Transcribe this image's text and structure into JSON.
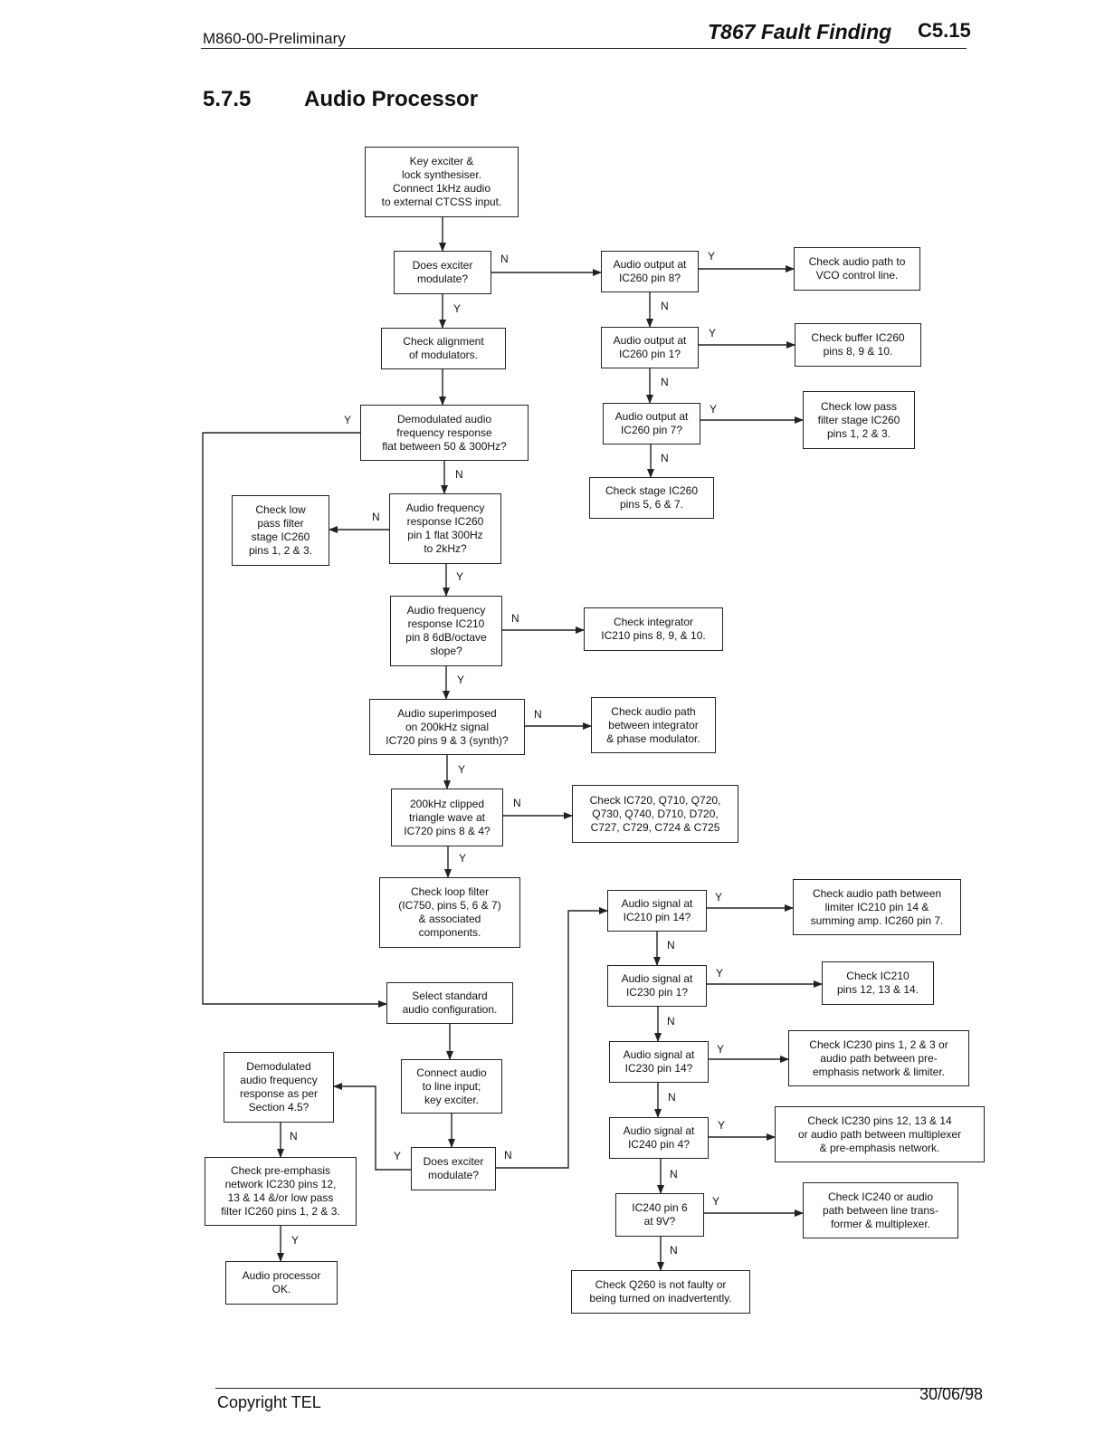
{
  "header": {
    "doc_id": "M860-00-Preliminary",
    "title": "T867 Fault Finding",
    "page": "C5.15"
  },
  "section": {
    "number": "5.7.5",
    "title": "Audio Processor"
  },
  "footer": {
    "copyright": "Copyright TEL",
    "date": "30/06/98"
  },
  "flowchart": {
    "boxes": {
      "b1": "Key exciter &\nlock synthesiser.\nConnect 1kHz audio\nto external CTCSS input.",
      "b2": "Does exciter\nmodulate?",
      "b3": "Audio output at\nIC260 pin 8?",
      "b4": "Check audio path to\nVCO control line.",
      "b5": "Check alignment\nof modulators.",
      "b6": "Audio output at\nIC260 pin 1?",
      "b7": "Check buffer IC260\npins 8, 9 & 10.",
      "b8": "Demodulated audio\nfrequency response\nflat between 50 & 300Hz?",
      "b9": "Audio output at\nIC260 pin 7?",
      "b10": "Check low pass\nfilter stage IC260\npins 1, 2 & 3.",
      "b11": "Check stage IC260\npins 5, 6 & 7.",
      "b12": "Check low\npass filter\nstage IC260\npins 1, 2 & 3.",
      "b13": "Audio frequency\nresponse IC260\npin 1 flat 300Hz\nto 2kHz?",
      "b14": "Audio frequency\nresponse IC210\npin 8 6dB/octave\nslope?",
      "b15": "Check integrator\nIC210 pins 8, 9, & 10.",
      "b16": "Audio superimposed\non 200kHz signal\nIC720 pins 9 & 3 (synth)?",
      "b17": "Check audio path\nbetween integrator\n& phase modulator.",
      "b18": "200kHz clipped\ntriangle wave at\nIC720 pins 8 & 4?",
      "b19": "Check IC720, Q710, Q720,\nQ730, Q740, D710, D720,\nC727, C729, C724 & C725",
      "b20": "Check loop filter\n(IC750, pins 5, 6 & 7)\n& associated\ncomponents.",
      "b21": "Audio signal at\nIC210 pin 14?",
      "b22": "Check audio path between\nlimiter IC210 pin 14 &\nsumming amp. IC260 pin 7.",
      "b23": "Select standard\naudio configuration.",
      "b24": "Audio signal at\nIC230 pin 1?",
      "b25": "Check IC210\npins 12, 13 & 14.",
      "b26": "Demodulated\naudio frequency\nresponse as per\nSection 4.5?",
      "b27": "Connect audio\nto line input;\nkey exciter.",
      "b28": "Audio signal at\nIC230 pin 14?",
      "b29": "Check IC230 pins 1, 2 & 3 or\naudio path between pre-\nemphasis network & limiter.",
      "b30": "Audio signal at\nIC240 pin 4?",
      "b31": "Check IC230 pins 12, 13 & 14\nor audio path between multiplexer\n& pre-emphasis network.",
      "b32": "Does exciter\nmodulate?",
      "b33": "Check pre-emphasis\nnetwork IC230 pins 12,\n13 & 14 &/or low pass\nfilter IC260 pins 1, 2 & 3.",
      "b34": "IC240 pin 6\nat 9V?",
      "b35": "Check IC240 or audio\npath between line trans-\nformer & multiplexer.",
      "b36": "Audio processor\nOK.",
      "b37": "Check Q260 is not faulty or\nbeing turned on inadvertently."
    },
    "labels": {
      "yes": "Y",
      "no": "N"
    }
  }
}
